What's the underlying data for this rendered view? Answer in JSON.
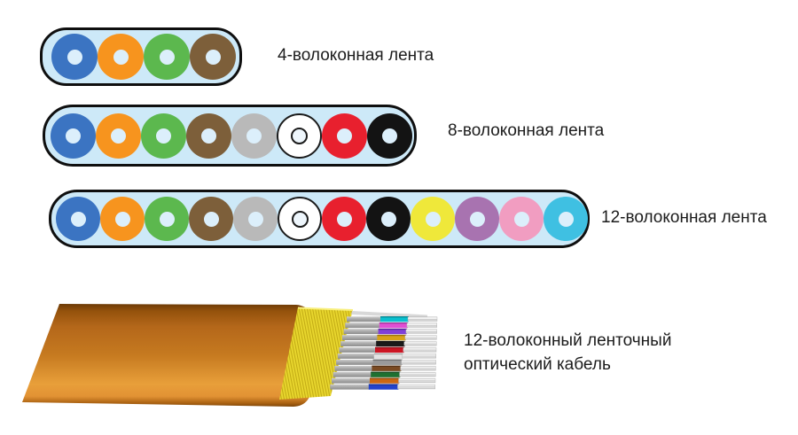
{
  "ribbons": [
    {
      "label": "4-волоконная лента",
      "fiber_count": 4,
      "fiber_sequence": [
        "blue",
        "orange",
        "green",
        "brown"
      ]
    },
    {
      "label": "8-волоконная лента",
      "fiber_count": 8,
      "fiber_sequence": [
        "blue",
        "orange",
        "green",
        "brown",
        "slate",
        "white",
        "red",
        "black"
      ]
    },
    {
      "label": "12-волоконная лента",
      "fiber_count": 12,
      "fiber_sequence": [
        "blue",
        "orange",
        "green",
        "brown",
        "slate",
        "white",
        "red",
        "black",
        "yellow",
        "violet",
        "rose",
        "aqua"
      ]
    }
  ],
  "ribbon_palette": {
    "blue": "#3b74c2",
    "orange": "#f7941e",
    "green": "#5cb84e",
    "brown": "#7d5f3a",
    "slate": "#b9b9b9",
    "white": "#ffffff",
    "red": "#e8202e",
    "black": "#131313",
    "yellow": "#efe83a",
    "violet": "#a873b0",
    "rose": "#f19dc1",
    "aqua": "#3fc0e2"
  },
  "ribbon_style": {
    "tape_fill": "#cde9f8",
    "tape_border": "#0f0f0f",
    "hole_fill": "#dceffb"
  },
  "cable": {
    "label_line1": "12-волоконный ленточный",
    "label_line2": "оптический кабель",
    "jacket_color": "#c67a20",
    "aramid_color": "#e9d72e",
    "fiber_stack_top_to_bottom": [
      "aqua",
      "rose",
      "violet",
      "yellow",
      "black",
      "red",
      "white",
      "slate",
      "brown",
      "green",
      "orange",
      "blue"
    ],
    "fiber_palette": {
      "aqua": "#0ac0cf",
      "rose": "#e04fd4",
      "violet": "#8040d8",
      "yellow": "#d8a318",
      "black": "#1a1a1a",
      "red": "#cc1523",
      "white": "#e3e3e3",
      "slate": "#9a9a9a",
      "brown": "#7a4a22",
      "green": "#1f7030",
      "orange": "#cc6712",
      "blue": "#2443cc"
    }
  }
}
